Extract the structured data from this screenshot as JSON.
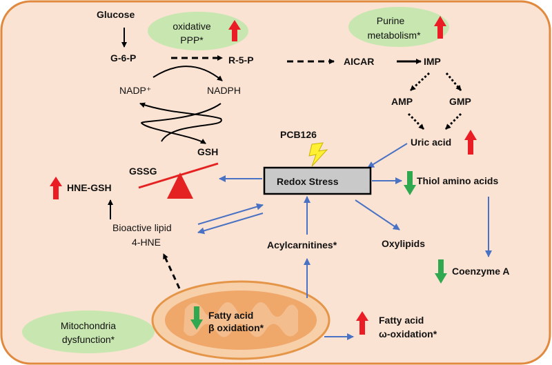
{
  "colors": {
    "background": "#fbe3d3",
    "border": "#e08a3f",
    "bubble": "#c8e6b0",
    "up_arrow": "#ea1c24",
    "down_arrow": "#2fa84f",
    "blue_arrow": "#4a72c4",
    "redox_box": "#c9c9c9",
    "bolt": "#fff033",
    "mito_outer": "#f7cfa9",
    "mito_inner": "#efa76a",
    "mito_border": "#e59548",
    "scale": "#e52222"
  },
  "icons": {
    "up": "up-arrow-icon",
    "down": "down-arrow-icon",
    "lightning": "lightning-bolt-icon",
    "mitochondrion": "mitochondrion-icon",
    "scale": "balance-scale-icon"
  },
  "labels": {
    "glucose": "Glucose",
    "g6p": "G-6-P",
    "ppp_line1": "oxidative",
    "ppp_line2": "PPP*",
    "r5p": "R-5-P",
    "aicar": "AICAR",
    "imp": "IMP",
    "purine_line1": "Purine",
    "purine_line2": "metabolism*",
    "nadp": "NADP⁺",
    "nadph": "NADPH",
    "amp": "AMP",
    "gmp": "GMP",
    "uric_acid": "Uric acid",
    "pcb126": "PCB126",
    "gsh": "GSH",
    "gssg": "GSSG",
    "hne_gsh": "HNE-GSH",
    "redox_stress": "Redox Stress",
    "thiol": "Thiol amino acids",
    "bioactive_line1": "Bioactive lipid",
    "bioactive_line2": "4-HNE",
    "acylcarnitines": "Acylcarnitines*",
    "oxylipids": "Oxylipids",
    "coenzyme_a": "Coenzyme A",
    "mito_line1": "Mitochondria",
    "mito_line2": "dysfunction*",
    "fao_line1": "Fatty acid",
    "fao_line2": "β oxidation*",
    "omega_line1": "Fatty acid",
    "omega_line2": "ω-oxidation*"
  }
}
